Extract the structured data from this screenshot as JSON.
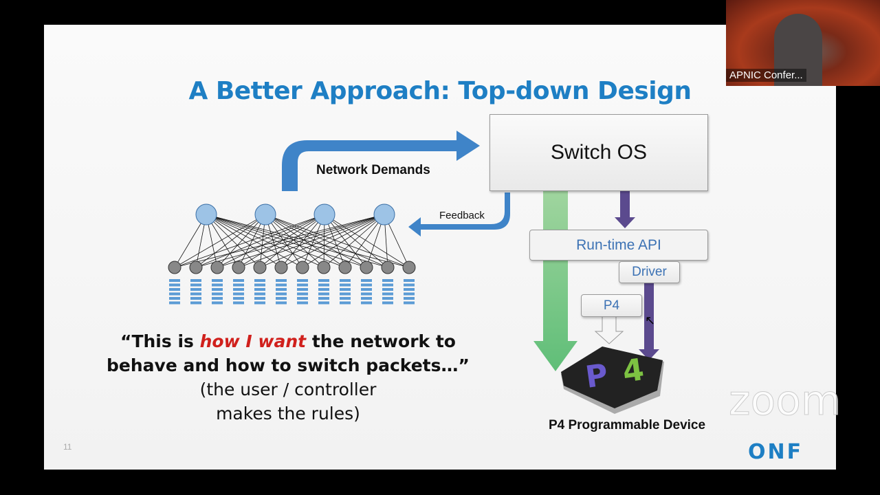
{
  "slide": {
    "title": "A Better Approach: Top-down Design",
    "network_demands": "Network Demands",
    "feedback": "Feedback",
    "switch_os": "Switch OS",
    "runtime_api": "Run-time API",
    "driver": "Driver",
    "p4_box": "P4",
    "device_label": "P4 Programmable Device",
    "chip_logo": "P4",
    "quote_open": "“This is ",
    "quote_em": "how I want",
    "quote_rest": " the network to behave and how to switch packets…”",
    "quote_sub1": "(the user / controller",
    "quote_sub2": "makes the rules)",
    "page_number": "11",
    "footer_logo": "ONF"
  },
  "video": {
    "participant_name": "APNIC Confer...",
    "watermark": "zoom"
  },
  "colors": {
    "title": "#1e7fc4",
    "accent_red": "#d0201c",
    "green": "#5cb85c",
    "purple": "#5b4a8e",
    "blue_arrow": "#3f84c8"
  }
}
